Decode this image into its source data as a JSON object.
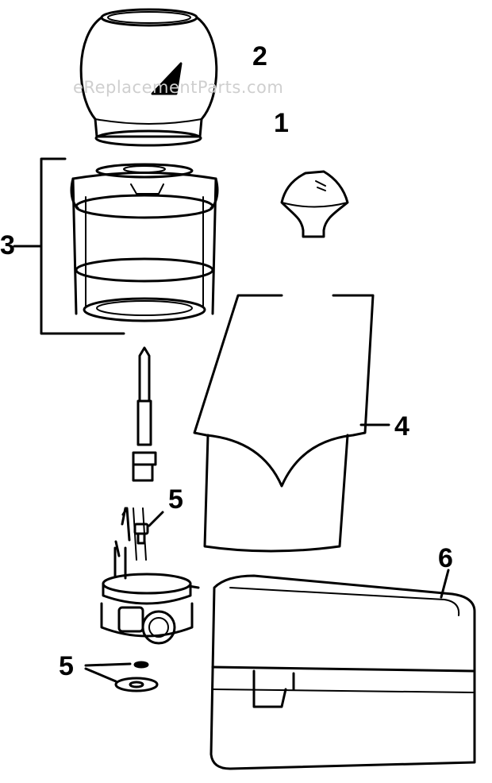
{
  "watermark": "eReplacementParts.com",
  "callouts": {
    "globe": "2",
    "mantle": "1",
    "frame": "3",
    "handle": "4",
    "valve_upper": "5",
    "valve_lower": "5",
    "case": "6"
  }
}
